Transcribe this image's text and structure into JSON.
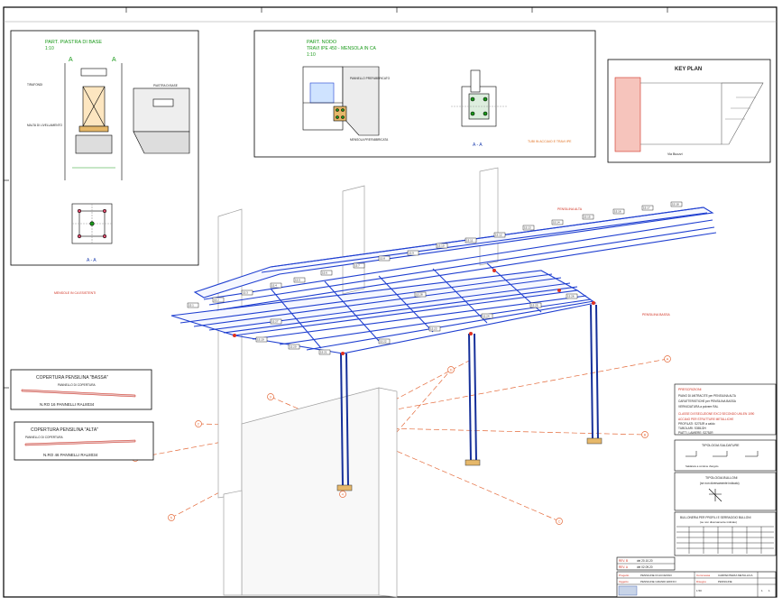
{
  "colors": {
    "steel": "#1f3fd0",
    "steel_dark": "#16309a",
    "wall": "#bbbbbb",
    "gridline": "#e46a3a",
    "note_green": "#1a9a1a",
    "note_red": "#d03020",
    "plate": "#e6b86a"
  },
  "detail_base": {
    "title": "PART. PIASTRA DI BASE",
    "scale": "1:10",
    "section_mark": "A",
    "section_label": "A - A",
    "notes": [
      "TIRAFONDI",
      "MALTA DI LIVELLAMENTO",
      "PIASTRA DI BASE"
    ]
  },
  "detail_node": {
    "title": "PART. NODO",
    "subtitle": "TRAVI IPE 450 - MENSOLA IN CA",
    "scale": "1:10",
    "notes": [
      "PANNELLO PREFABBRICATO",
      "MENSOLA PREFABBRICATA"
    ],
    "section_label": "A - A",
    "red_note": "TUBI IN ACCIAIO E TRAVI IPE"
  },
  "key_plan": {
    "title": "KEY PLAN",
    "street": "Via Buozzi"
  },
  "tags": [
    "15.1",
    "15.2",
    "15.3",
    "15.4",
    "15.5",
    "15.6",
    "15.7",
    "15.8",
    "15.9",
    "15.10",
    "15.11",
    "15.12",
    "15.13",
    "15.14",
    "15.15",
    "15.16",
    "15.17",
    "15.18",
    "15.19",
    "15.20",
    "15.21",
    "15.22",
    "15.23",
    "15.24",
    "15.25",
    "15.26",
    "15.27",
    "15.28"
  ],
  "gridlines": [
    "1",
    "2",
    "3",
    "4",
    "5",
    "A",
    "B",
    "C",
    "D"
  ],
  "red_annotations": [
    "MENSOLE IN CA ESISTENTI",
    "PENSILINA ALTA",
    "PENSILINA BASSA"
  ],
  "roof_low": {
    "title": "COPERTURA PENSILINA \"BASSA\"",
    "panel_note": "PANNELLO DI COPERTURA",
    "count": "N.RO 16 PANNELLI RAL8034"
  },
  "roof_high": {
    "title": "COPERTURA PENSILINA \"ALTA\"",
    "panel_note": "PANNELLO DI COPERTURA",
    "count": "N.RO 46 PANNELLI RAL8034"
  },
  "notes_panel": {
    "heading": "PRESCRIZIONI",
    "lines": [
      "PIANO DI ANTRACITE per PENSILINA ALTA",
      "CARATTERISTICHE per PENSILINA BASSA",
      "VERNICIATURA a polvere RAL"
    ],
    "class_heading": "CLASSE DI ESECUZIONE EXC2 SECONDO UNI-EN 1090",
    "steel_heading": "ACCIAIO PER STRUTTURE METALLICHE",
    "steel_lines": [
      "PROFILATI: S275JR a caldo",
      "TUBOLARI: S355J2H",
      "PIATTI, LAMIERE: S275JR"
    ]
  },
  "welding": {
    "title": "TIPOLOGIA SALDATURE",
    "caption": "Saldatura a cordone d'angolo"
  },
  "bolts": {
    "title": "TIPOLOGIA BULLONI",
    "subtitle": "(se non diversamente indicato)"
  },
  "torque": {
    "title": "BULLONERIA PER PROFILI E SERRAGGIO BULLONI",
    "subtitle": "(se non diversamente indicato)"
  },
  "revisions": [
    {
      "rev": "REV. B",
      "date": "del 20.10.20"
    },
    {
      "rev": "REV. A",
      "date": "del 02.09.20"
    }
  ],
  "title_block": {
    "rows": [
      {
        "label": "Progetto",
        "value": "PENSILINE DI ACCESSO"
      },
      {
        "label": "Oggetto",
        "value": "PENSILINE GRANDI EDIFICI"
      },
      {
        "label": "Commessa",
        "value": "CARPENTERIA METALLICA"
      },
      {
        "label": "Disegno",
        "value": "PENSILINE"
      }
    ],
    "sheet": "1",
    "of": "1",
    "scale": "1:50"
  }
}
